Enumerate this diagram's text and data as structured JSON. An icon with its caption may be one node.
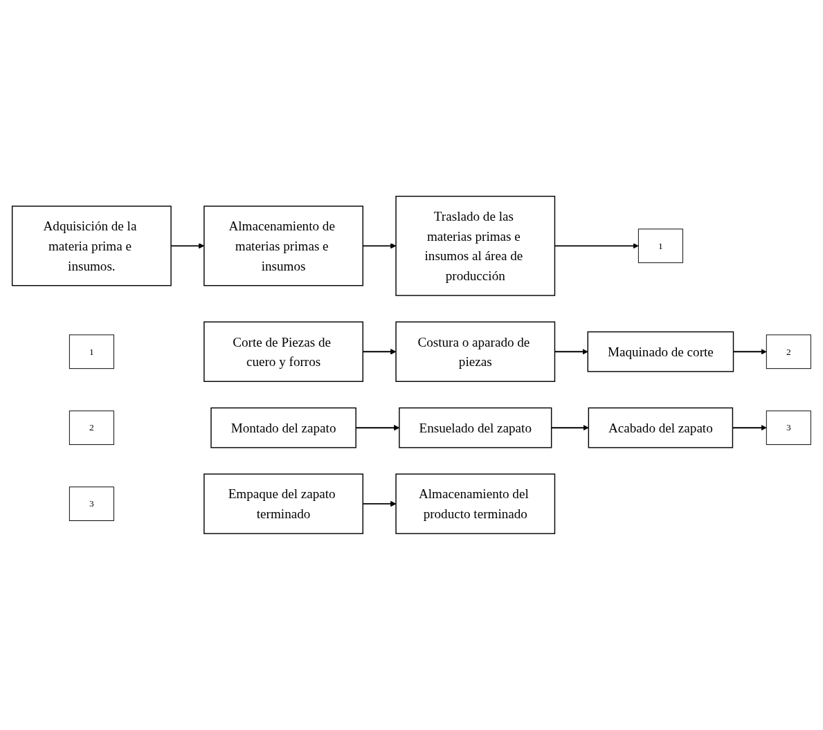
{
  "diagram": {
    "nodes": [
      {
        "text": [
          "Adquisición de la materia prima e insumos."
        ]
      },
      {
        "text": [
          "Almacenamiento de materias primas e insumos"
        ]
      },
      {
        "text": [
          "Traslado de las materias primas e insumos al área de producción"
        ]
      },
      {
        "text": [
          "1"
        ]
      },
      {
        "text": [
          "1"
        ]
      },
      {
        "text": [
          "Corte de Piezas de cuero y forros"
        ]
      },
      {
        "text": [
          "Costura o aparado de piezas"
        ]
      },
      {
        "text": [
          "Maquinado de corte"
        ]
      },
      {
        "text": [
          "2"
        ]
      },
      {
        "text": [
          "2"
        ]
      },
      {
        "text": [
          "Montado del zapato"
        ]
      },
      {
        "text": [
          "Ensuelado del zapato"
        ]
      },
      {
        "text": [
          "Acabado del zapato"
        ]
      },
      {
        "text": [
          "3"
        ]
      },
      {
        "text": [
          "3"
        ]
      },
      {
        "text": [
          "Empaque del zapato terminado"
        ]
      },
      {
        "text": [
          "Almacenamiento del producto terminado"
        ]
      }
    ],
    "edges": [
      {
        "from": 0,
        "to": 1,
        "arrow": "to"
      },
      {
        "from": 1,
        "to": 2,
        "arrow": "to"
      },
      {
        "from": 2,
        "to": 3,
        "arrow": "to"
      },
      {
        "from": 5,
        "to": 6,
        "arrow": "to"
      },
      {
        "from": 6,
        "to": 7,
        "arrow": "to"
      },
      {
        "from": 7,
        "to": 8,
        "arrow": "to"
      },
      {
        "from": 10,
        "to": 11,
        "arrow": "to"
      },
      {
        "from": 11,
        "to": 12,
        "arrow": "to"
      },
      {
        "from": 12,
        "to": 13,
        "arrow": "to"
      },
      {
        "from": 15,
        "to": 16,
        "arrow": "to"
      }
    ]
  }
}
